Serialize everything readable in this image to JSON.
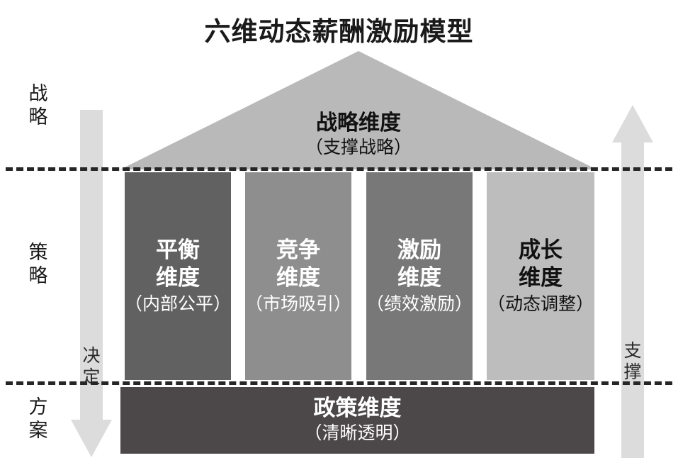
{
  "title": "六维动态薪酬激励模型",
  "row_labels": [
    {
      "name": "strategy",
      "chars": [
        "战",
        "略"
      ]
    },
    {
      "name": "tactic",
      "chars": [
        "策",
        "略"
      ]
    },
    {
      "name": "plan",
      "chars": [
        "方",
        "案"
      ]
    }
  ],
  "arrows": {
    "left": {
      "chars": [
        "决",
        "定"
      ],
      "direction": "down",
      "color": "#dcdcdc"
    },
    "right": {
      "chars": [
        "支",
        "撑"
      ],
      "direction": "up",
      "color": "#dcdcdc"
    }
  },
  "roof": {
    "main": "战略维度",
    "sub": "（支撑战略）",
    "color": "#b9b9b9",
    "text_color": "#111111"
  },
  "pillars": [
    {
      "main_chars": [
        "平衡",
        "维度"
      ],
      "sub": "（内部公平）",
      "color": "#616161",
      "text_color": "#ffffff"
    },
    {
      "main_chars": [
        "竞争",
        "维度"
      ],
      "sub": "（市场吸引）",
      "color": "#8e8e8e",
      "text_color": "#ffffff"
    },
    {
      "main_chars": [
        "激励",
        "维度"
      ],
      "sub": "（绩效激励）",
      "color": "#787878",
      "text_color": "#ffffff"
    },
    {
      "main_chars": [
        "成长",
        "维度"
      ],
      "sub": "（动态调整）",
      "color": "#bdbdbd",
      "text_color": "#111111"
    }
  ],
  "base": {
    "main": "政策维度",
    "sub": "（清晰透明）",
    "color": "#4c4748",
    "text_color": "#ffffff"
  },
  "dividers": {
    "color": "#262626",
    "style": "dashed"
  }
}
